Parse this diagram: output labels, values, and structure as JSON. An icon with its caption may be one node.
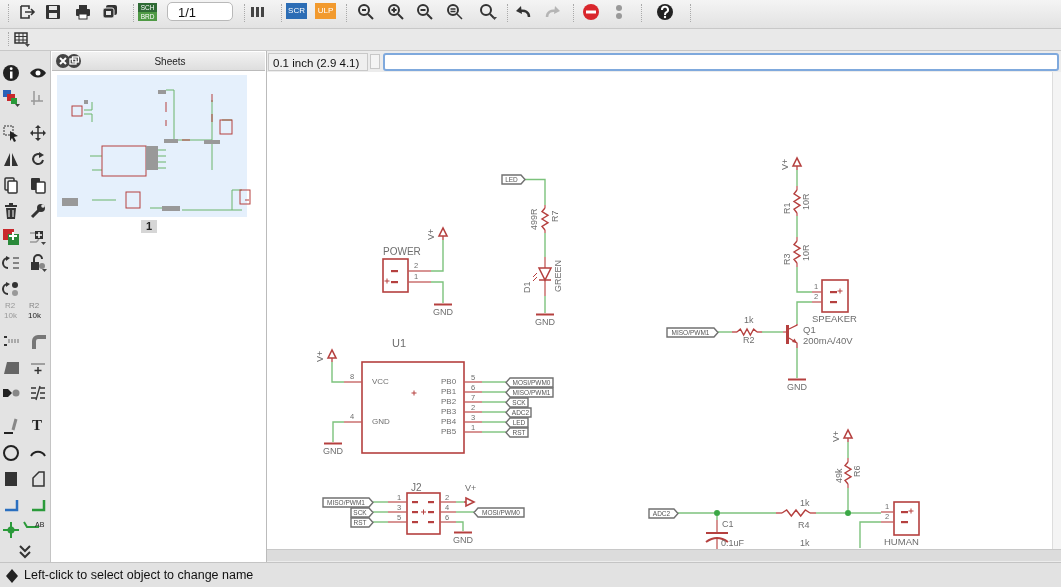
{
  "diagram": {
    "nodes": [
      {
        "text": [
          "POWER"
        ],
        "beside": [
          "2",
          "1"
        ]
      },
      {
        "text": [
          "V+"
        ]
      },
      {
        "text": [
          "GND"
        ]
      },
      {
        "text": [
          "LED"
        ]
      },
      {
        "text": [
          "499R",
          "R7"
        ]
      },
      {
        "text": [
          "D1",
          "GREEN"
        ]
      },
      {
        "text": [
          "GND"
        ]
      },
      {
        "text": [
          "U1",
          "VCC",
          "GND",
          "PB0",
          "PB1",
          "PB2",
          "PB3",
          "PB4",
          "PB5"
        ],
        "beside": [
          "8",
          "4",
          "5",
          "6",
          "7",
          "2",
          "3",
          "1"
        ]
      },
      {
        "text": [
          "V+"
        ]
      },
      {
        "text": [
          "GND"
        ]
      },
      {
        "text": [
          "MOSI/PWM0"
        ]
      },
      {
        "text": [
          "MISO/PWM1"
        ]
      },
      {
        "text": [
          "SCK"
        ]
      },
      {
        "text": [
          "ADC2"
        ]
      },
      {
        "text": [
          "LED"
        ]
      },
      {
        "text": [
          "RST"
        ]
      },
      {
        "text": [
          "J2",
          "1",
          "3",
          "5",
          "2",
          "4",
          "6"
        ]
      },
      {
        "text": [
          "MISO/PWM1"
        ]
      },
      {
        "text": [
          "SCK"
        ]
      },
      {
        "text": [
          "RST"
        ]
      },
      {
        "text": [
          "V+"
        ]
      },
      {
        "text": [
          "MOSI/PWM0"
        ]
      },
      {
        "text": [
          "GND"
        ]
      },
      {
        "text": [
          "V+"
        ]
      },
      {
        "text": [
          "R1",
          "10R"
        ]
      },
      {
        "text": [
          "R3",
          "10R"
        ]
      },
      {
        "text": [
          "SPEAKER"
        ],
        "beside": [
          "1",
          "2"
        ]
      },
      {
        "text": [
          "Q1",
          "200mA/40V"
        ]
      },
      {
        "text": [
          "1k",
          "R2"
        ]
      },
      {
        "text": [
          "MISO/PWM1"
        ]
      },
      {
        "text": [
          "GND"
        ]
      },
      {
        "text": [
          "ADC2"
        ]
      },
      {
        "text": [
          "C1",
          "0.1uF"
        ]
      },
      {
        "text": [
          "1k",
          "R4"
        ]
      },
      {
        "text": [
          "V+"
        ]
      },
      {
        "text": [
          "49k",
          "R6"
        ]
      },
      {
        "text": [
          "HUMAN"
        ],
        "beside": [
          "1",
          "2"
        ]
      },
      {
        "text": [],
        "shape": "circle"
      },
      {
        "text": [],
        "shape": "circle"
      }
    ],
    "edges": [
      {
        "from": 0,
        "to": 1,
        "arrow": "none"
      },
      {
        "from": 0,
        "to": 2,
        "arrow": "none"
      },
      {
        "from": 3,
        "to": 4,
        "arrow": "none"
      },
      {
        "from": 4,
        "to": 5,
        "arrow": "none"
      },
      {
        "from": 5,
        "to": 6,
        "arrow": "none"
      },
      {
        "from": 7,
        "to": 8,
        "arrow": "none"
      },
      {
        "from": 7,
        "to": 9,
        "arrow": "none"
      },
      {
        "from": 7,
        "to": 10,
        "arrow": "none"
      },
      {
        "from": 7,
        "to": 11,
        "arrow": "none"
      },
      {
        "from": 7,
        "to": 12,
        "arrow": "none"
      },
      {
        "from": 7,
        "to": 13,
        "arrow": "none"
      },
      {
        "from": 7,
        "to": 14,
        "arrow": "none"
      },
      {
        "from": 7,
        "to": 15,
        "arrow": "none"
      },
      {
        "from": 17,
        "to": 16,
        "arrow": "none"
      },
      {
        "from": 18,
        "to": 16,
        "arrow": "none"
      },
      {
        "from": 19,
        "to": 16,
        "arrow": "none"
      },
      {
        "from": 16,
        "to": 20,
        "arrow": "none"
      },
      {
        "from": 16,
        "to": 21,
        "arrow": "none"
      },
      {
        "from": 16,
        "to": 22,
        "arrow": "none"
      },
      {
        "from": 23,
        "to": 24,
        "arrow": "none"
      },
      {
        "from": 24,
        "to": 25,
        "arrow": "none"
      },
      {
        "from": 25,
        "to": 26,
        "arrow": "none"
      },
      {
        "from": 27,
        "to": 26,
        "arrow": "none"
      },
      {
        "from": 27,
        "to": 30,
        "arrow": "none"
      },
      {
        "from": 29,
        "to": 28,
        "arrow": "none"
      },
      {
        "from": 28,
        "to": 27,
        "arrow": "none"
      },
      {
        "from": 31,
        "to": 37,
        "arrow": "none"
      },
      {
        "from": 37,
        "to": 32,
        "arrow": "none"
      },
      {
        "from": 37,
        "to": 33,
        "arrow": "none"
      },
      {
        "from": 33,
        "to": 38,
        "arrow": "none"
      },
      {
        "from": 38,
        "to": 35,
        "arrow": "none"
      },
      {
        "from": 34,
        "to": 35,
        "arrow": "none"
      },
      {
        "from": 38,
        "to": 36,
        "arrow": "none"
      },
      {
        "from": 36,
        "to": null,
        "arrow": "none"
      }
    ],
    "labels": [
      "SCH",
      "BRD",
      "1/1",
      "SCR",
      "ULP",
      "Sheets",
      "0.1 inch (2.9 4.1)",
      "1",
      "R2",
      "10k",
      "R2",
      "10k",
      "T",
      "AB",
      "1k",
      "Left-click to select object to change name"
    ]
  }
}
